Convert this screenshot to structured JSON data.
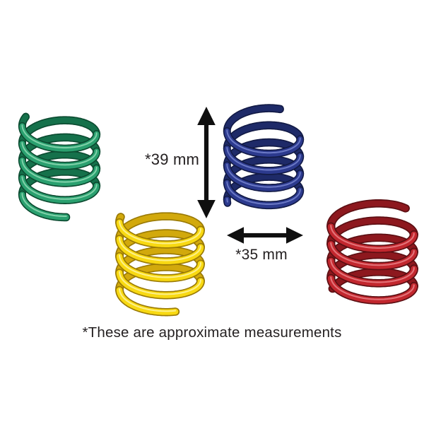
{
  "page": {
    "background": "#ffffff"
  },
  "annotations": {
    "height_label": "*39 mm",
    "width_label": "*35 mm",
    "footnote": "*These are approximate measurements",
    "arrow_color": "#0f0f0f",
    "text_color": "#231f20"
  },
  "springs": [
    {
      "name": "green-spring",
      "color": "#2aa06f",
      "dark": "#15714b",
      "outline": "#0c4b31",
      "light": "#8fd9b4"
    },
    {
      "name": "yellow-spring",
      "color": "#f8d912",
      "dark": "#d2a90c",
      "outline": "#9a7a05",
      "light": "#fdf3a0"
    },
    {
      "name": "blue-spring",
      "color": "#2c3a8e",
      "dark": "#1e2a68",
      "outline": "#121a45",
      "light": "#7584cf"
    },
    {
      "name": "red-spring",
      "color": "#c2272e",
      "dark": "#8d181e",
      "outline": "#5c0f13",
      "light": "#ea8186"
    }
  ]
}
